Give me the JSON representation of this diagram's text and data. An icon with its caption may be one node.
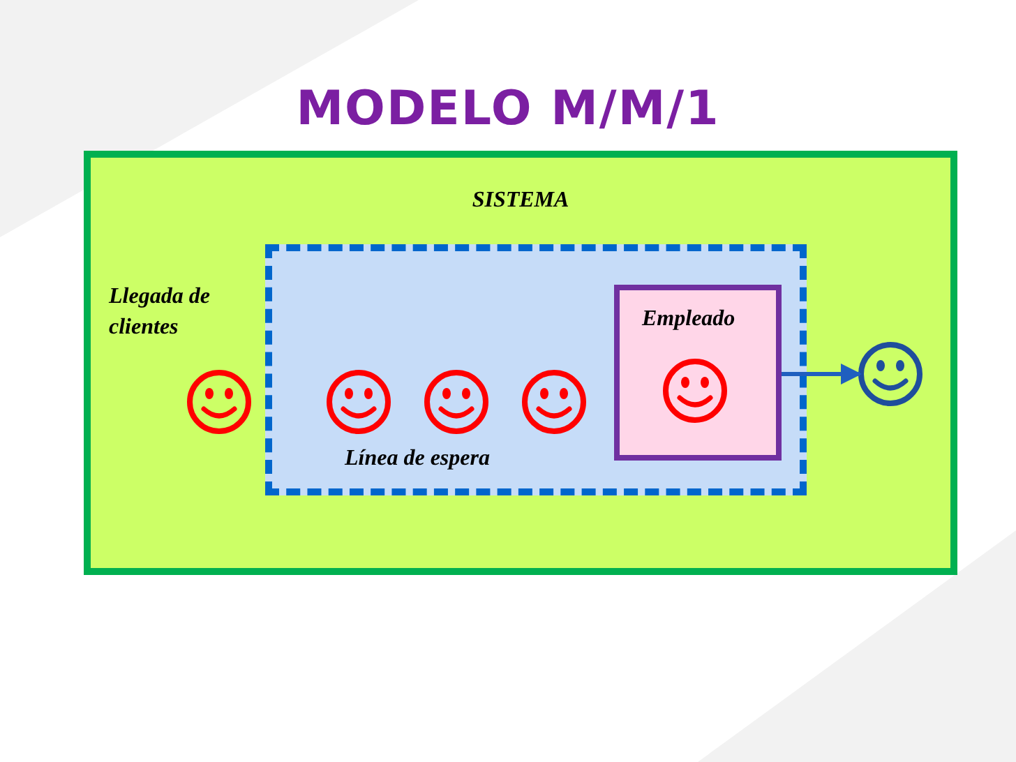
{
  "diagram": {
    "title": "MODELO M/M/1",
    "nodes": [
      {
        "text": [
          "SISTEMA"
        ]
      },
      {
        "text": [
          "Línea de espera"
        ],
        "in": 0
      },
      {
        "text": [
          "Empleado"
        ],
        "in": 1
      },
      {
        "text": [],
        "shape": "smiley",
        "in": 0
      },
      {
        "text": [],
        "shape": "smiley",
        "in": 1
      },
      {
        "text": [],
        "shape": "smiley",
        "in": 1
      },
      {
        "text": [],
        "shape": "smiley",
        "in": 1
      },
      {
        "text": [],
        "shape": "smiley",
        "in": 2
      },
      {
        "text": [],
        "shape": "smiley",
        "in": 0
      }
    ],
    "edges": [
      {
        "from": 2,
        "to": 8,
        "arrow": "to"
      }
    ],
    "labels": [
      "Llegada de clientes"
    ]
  }
}
